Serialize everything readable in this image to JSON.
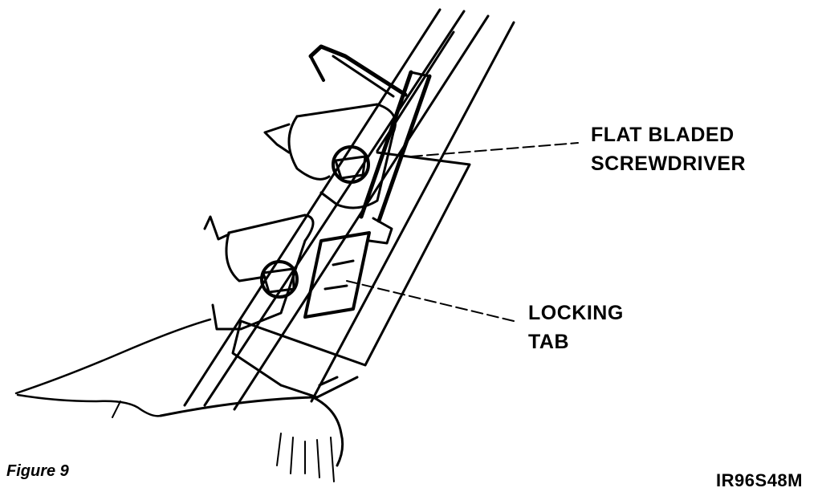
{
  "figure": {
    "caption": "Figure 9",
    "code": "IR96S48M"
  },
  "callouts": [
    {
      "line1": "FLAT BLADED",
      "line2": "SCREWDRIVER"
    },
    {
      "line1": "LOCKING",
      "line2": "TAB"
    }
  ]
}
